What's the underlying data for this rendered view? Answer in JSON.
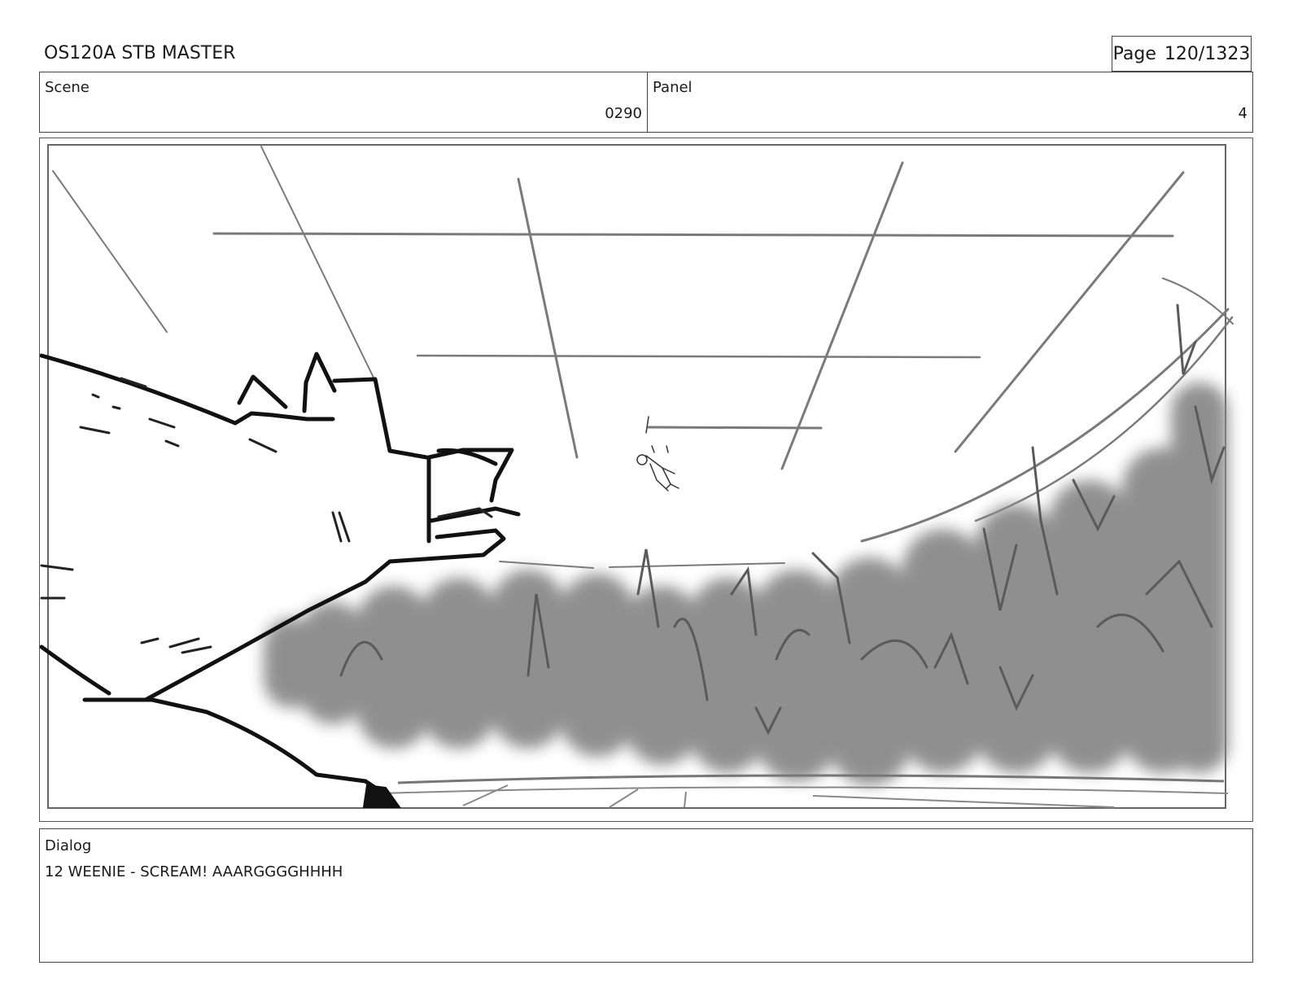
{
  "header": {
    "title": "OS120A STB MASTER",
    "page_label": "Page",
    "page_value": "120/1323"
  },
  "info": {
    "scene_label": "Scene",
    "scene_value": "0290",
    "panel_label": "Panel",
    "panel_value": "4"
  },
  "dialog": {
    "label": "Dialog",
    "text": "12 WEENIE - SCREAM! AAARGGGGHHHH"
  },
  "colors": {
    "border": "#444444",
    "sketch_ink": "#111111",
    "sketch_gray": "#777777",
    "smear_gray": "#8a8a8a"
  }
}
